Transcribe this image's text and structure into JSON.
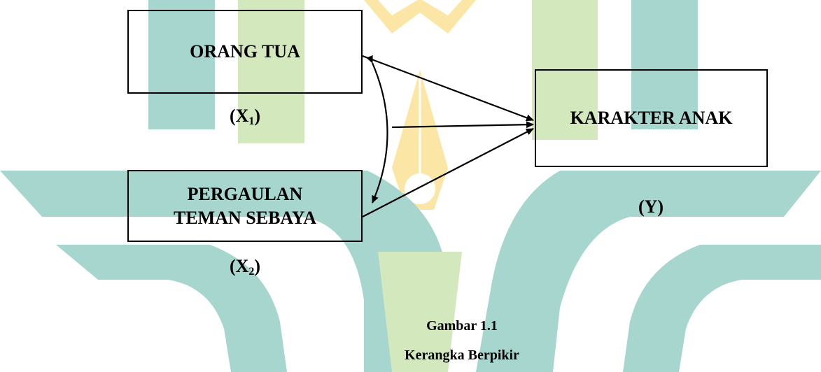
{
  "boxes": {
    "x1_label": "ORANG TUA",
    "x2_label_line1": "PERGAULAN",
    "x2_label_line2": "TEMAN SEBAYA",
    "y_label": "KARAKTER ANAK"
  },
  "variables": {
    "x1_main": "(X",
    "x1_sub": "1",
    "x1_close": ")",
    "x2_main": "(X",
    "x2_sub": "2",
    "x2_close": ")",
    "y": "(Y)"
  },
  "caption": {
    "number": "Gambar 1.1",
    "title": "Kerangka Berpikir"
  },
  "colors": {
    "watermark_teal": "#a7d6cf",
    "watermark_green": "#d3e8bd",
    "watermark_yellow": "#fbe6a6"
  }
}
